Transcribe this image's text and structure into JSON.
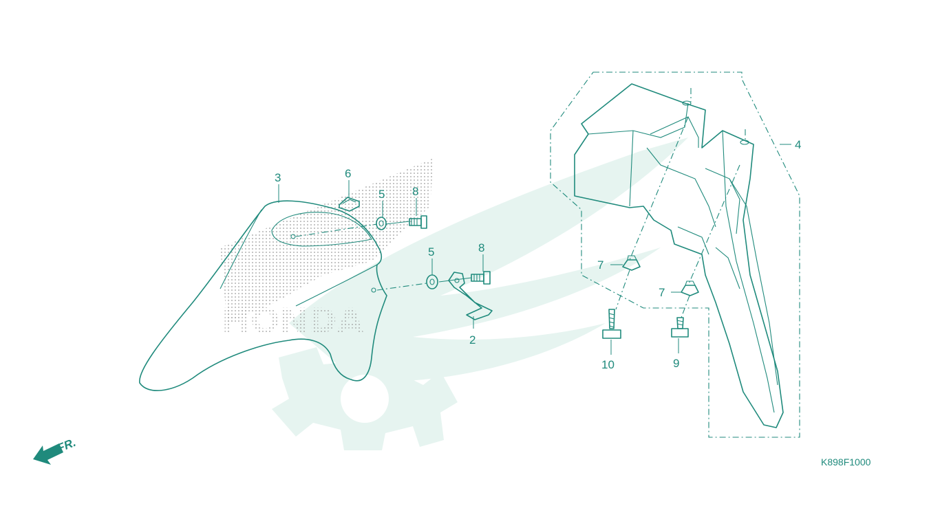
{
  "diagram": {
    "drawing_code": "K898F1000",
    "direction_label": "FR.",
    "watermark_text": "HONDA",
    "colors": {
      "line": "#1f8a7c",
      "watermark": "#e6f4f0",
      "background": "#ffffff"
    },
    "callouts": [
      {
        "id": "c3",
        "label": "3"
      },
      {
        "id": "c6",
        "label": "6"
      },
      {
        "id": "c5a",
        "label": "5"
      },
      {
        "id": "c8a",
        "label": "8"
      },
      {
        "id": "c5b",
        "label": "5"
      },
      {
        "id": "c8b",
        "label": "8"
      },
      {
        "id": "c2",
        "label": "2"
      },
      {
        "id": "c4",
        "label": "4"
      },
      {
        "id": "c7a",
        "label": "7"
      },
      {
        "id": "c7b",
        "label": "7"
      },
      {
        "id": "c10",
        "label": "10"
      },
      {
        "id": "c9",
        "label": "9"
      }
    ]
  }
}
